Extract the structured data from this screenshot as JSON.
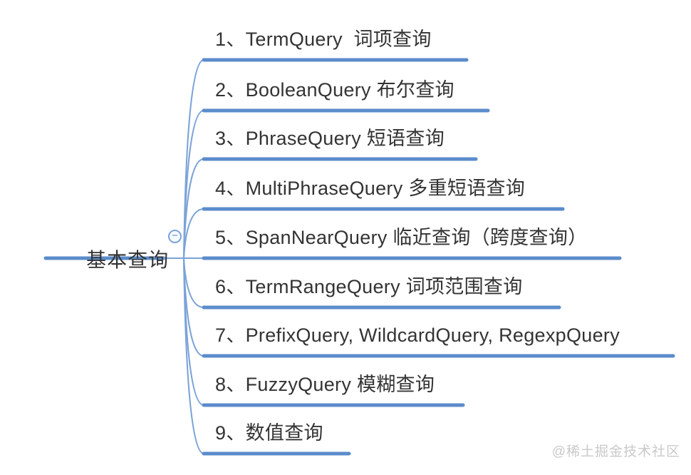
{
  "root": {
    "label": "基本查询",
    "collapse_icon": "−"
  },
  "branches": [
    {
      "label": "1、TermQuery  词项查询"
    },
    {
      "label": "2、BooleanQuery 布尔查询"
    },
    {
      "label": "3、PhraseQuery 短语查询"
    },
    {
      "label": "4、MultiPhraseQuery 多重短语查询"
    },
    {
      "label": "5、SpanNearQuery 临近查询（跨度查询）"
    },
    {
      "label": "6、TermRangeQuery 词项范围查询"
    },
    {
      "label": "7、PrefixQuery, WildcardQuery, RegexpQuery"
    },
    {
      "label": "8、FuzzyQuery 模糊查询"
    },
    {
      "label": "9、数值查询"
    }
  ],
  "watermark": "@稀土掘金技术社区",
  "colors": {
    "line": "#5b8ccb",
    "curve": "#7ba3d8",
    "text": "#333333",
    "watermark": "#c9c9c9"
  }
}
